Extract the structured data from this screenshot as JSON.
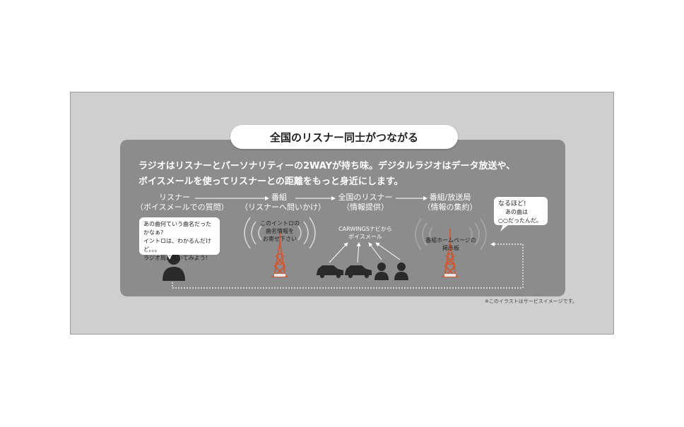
{
  "title": "全国のリスナー同士がつながる",
  "intro": {
    "line1": "ラジオはリスナーとパーソナリティーの2WAYが持ち味。デジタルラジオはデータ放送や、",
    "line2": "ボイスメールを使ってリスナーとの距離をもっと身近にします。"
  },
  "stages": [
    {
      "label": "リスナー",
      "sub": "（ボイスメールでの質問）"
    },
    {
      "label": "番組",
      "sub": "（リスナーへ問いかけ）"
    },
    {
      "label": "全国のリスナー",
      "sub": "（情報提供）"
    },
    {
      "label": "番組/放送局",
      "sub": "（情報の集約）"
    }
  ],
  "bubble_left": {
    "line1": "あの曲何ていう曲名だったかなぁ?",
    "line2": "イントロは、わかるんだけど。。。",
    "line3": "ラジオ局に聞いてみよう!"
  },
  "bubble_right": {
    "line1": "なるほど!",
    "line2": "あの曲は",
    "line3": "○○だったんだ。"
  },
  "tower1_caption": {
    "line1": "このイントロの",
    "line2": "曲名情報を",
    "line3": "お寄せ下さい"
  },
  "carwings_caption": {
    "line1": "CARWINGSナビから",
    "line2": "ボイスメール"
  },
  "tower2_caption": {
    "line1": "番組ホームページの",
    "line2": "掲示板"
  },
  "footnote": "※このイラストはサービスイメージです。",
  "colors": {
    "panel": "#8c8c8c",
    "frame": "#cfcfcf",
    "tower": "#d4532c",
    "figure": "#2a2a2a"
  }
}
